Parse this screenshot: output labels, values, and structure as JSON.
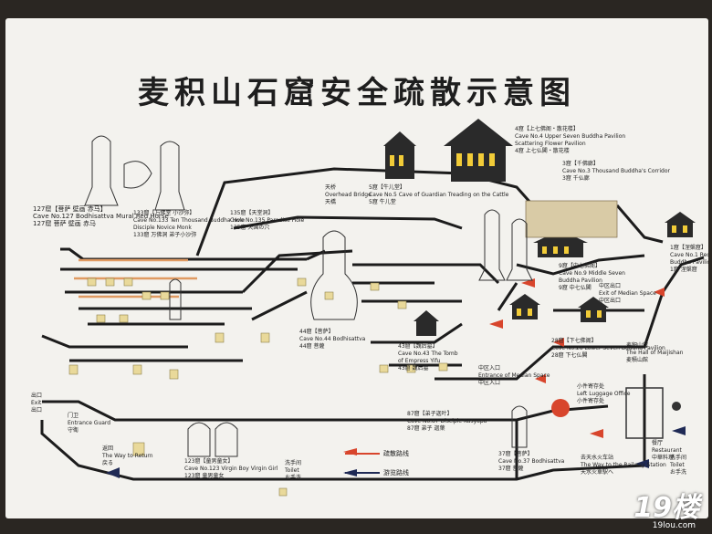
{
  "title": "麦积山石窟安全疏散示意图",
  "labels": {
    "cave127": [
      "127窟【菩萨  壁画  赤马】",
      "Cave No.127 Bodhisattva  Mural  Red Horse",
      "127窟 菩萨  壁画  赤马"
    ],
    "cave133": [
      "133窟【万佛堂 小沙弥】",
      "Cave No.133 Ten Thousand Buddha Hole",
      "Disciple Novice Monk",
      "133窟 万佛洞 弟子小沙弥"
    ],
    "cave135": [
      "135窟【天堂洞】",
      "Cave No.135 Paradise Hole",
      "135窟 天国の穴"
    ],
    "cave5": [
      "5窟【牛儿堂】",
      "Cave No.5 Cave of Guardian Treading on the Cattle",
      "5窟 牛儿堂"
    ],
    "bridge": [
      "天桥",
      "Overhead Bridge",
      "天橋"
    ],
    "cave4": [
      "4窟【上七佛阁・散花楼】",
      "Cave No.4 Upper Seven Buddha Pavilion",
      "Scattering Flower Pavilion",
      "4窟 上七仏閣・散花楼"
    ],
    "cave3": [
      "3窟【千佛廊】",
      "Cave No.3 Thousand Buddha's Corridor",
      "3窟 千仏廊"
    ],
    "cave1": [
      "1窟【涅槃窟】",
      "Cave No.1 Reclined",
      "Buddha Pavilion",
      "1窟 涅槃窟"
    ],
    "cave9": [
      "9窟【中七佛阁】",
      "Cave No.9 Middle Seven",
      "Buddha Pavilion",
      "9窟 中七仏閣"
    ],
    "midExit": [
      "中区出口",
      "Exit of Median Space",
      "中区出口"
    ],
    "cave44": [
      "44窟【菩萨】",
      "Cave No.44 Bodhisattva",
      "44窟 菩薩"
    ],
    "cave43": [
      "43窟【魏后墓】",
      "Cave No.43 The Tomb",
      "of Empress Yifu",
      "43窟 魏后墓"
    ],
    "midEntrance": [
      "中区入口",
      "Entrance of Median Space",
      "中区入口"
    ],
    "cave28": [
      "28窟【下七佛阁】",
      "Cave No.28 Lower Seven Buddha Pavilion",
      "28窟 下七仏閣"
    ],
    "maijishan": [
      "麦积山馆",
      "The Hall of Maijishan",
      "麦積山館"
    ],
    "luggage": [
      "小件寄存处",
      "Left Luggage Office",
      "小件寄存处"
    ],
    "cave87": [
      "87窟【弟子迦叶】",
      "Cave No.87 Disciple  Kasyapa",
      "87窟 弟子  迦葉"
    ],
    "cave37": [
      "37窟【菩萨】",
      "Cave No.37 Bodhisattva",
      "37窟 菩薩"
    ],
    "gate": [
      "门卫",
      "Entrance Guard",
      "守衛"
    ],
    "return": [
      "返回",
      "The Way to Return",
      "戻る"
    ],
    "cave123": [
      "123窟【童男童女】",
      "Cave No.123 Virgin Boy  Virgin Girl",
      "123窟 童男童女"
    ],
    "toilet1": [
      "洗手间",
      "Toilet",
      "お手洗"
    ],
    "toilet2": [
      "洗手间",
      "Toilet",
      "お手洗"
    ],
    "railway": [
      "去天水火车站",
      "The Way to the Railway Station",
      "天水火車駅へ"
    ],
    "restaurant": [
      "餐厅",
      "Restaurant",
      "中華料理"
    ],
    "exit": [
      "出口",
      "Exit",
      "出口"
    ],
    "legend": [
      "疏散路线",
      "游览路线"
    ]
  },
  "watermark": "19楼",
  "watermark_sub": "19lou.com",
  "colors": {
    "path": "#1c1c1c",
    "evacuation": "#d8452c",
    "tour": "#1f2a55",
    "orange_path": "#e09a62",
    "box": "#e9d99a"
  }
}
